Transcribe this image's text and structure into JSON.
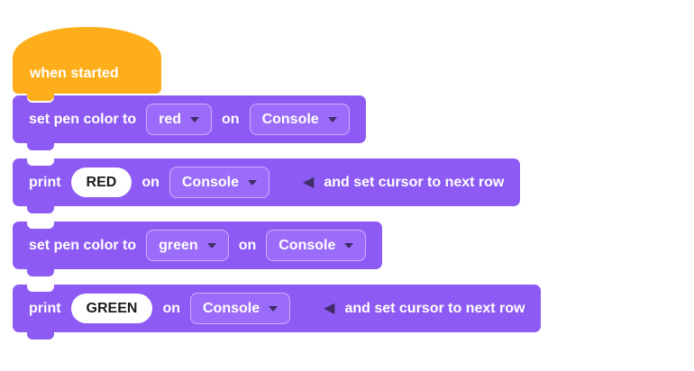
{
  "colors": {
    "hat_block": "#FFAE1B",
    "stack_block": "#8D5BF4",
    "dropdown_fill": "#9B6CF9",
    "dropdown_border": "#C9B1FF",
    "value_input_fill": "#FFFFFF",
    "value_input_text": "#1C1C1C",
    "caret_and_collapse": "#3E2D66",
    "label_text": "#FFFFFF",
    "background": "#FFFFFF"
  },
  "workspace": {
    "hat_block": {
      "label": "when started"
    },
    "set_pen_red": {
      "prefix": "set pen color to",
      "color_value": "red",
      "on_label": "on",
      "target_value": "Console"
    },
    "print_red": {
      "prefix": "print",
      "value": "RED",
      "on_label": "on",
      "target_value": "Console",
      "collapse_icon": "◀",
      "suffix": "and set cursor to next row"
    },
    "set_pen_green": {
      "prefix": "set pen color to",
      "color_value": "green",
      "on_label": "on",
      "target_value": "Console"
    },
    "print_green": {
      "prefix": "print",
      "value": "GREEN",
      "on_label": "on",
      "target_value": "Console",
      "collapse_icon": "◀",
      "suffix": "and set cursor to next row"
    }
  }
}
